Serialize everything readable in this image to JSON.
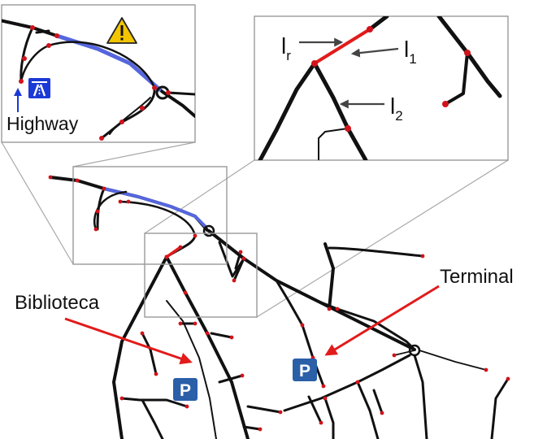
{
  "labels": {
    "highway": "Highway",
    "biblioteca": "Biblioteca",
    "terminal": "Terminal",
    "l_r": "l",
    "l_r_sub": "r",
    "l_1": "l",
    "l_1_sub": "1",
    "l_2": "l",
    "l_2_sub": "2",
    "parking_1": "P",
    "parking_2": "P"
  },
  "icons": {
    "warning": "warning-triangle-icon",
    "highway": "motorway-icon",
    "parking": "parking-icon"
  },
  "colors": {
    "road": "#111111",
    "node": "#d0131b",
    "highway_segment": "#5566dd",
    "selected_segment": "#e21b1b",
    "annotation_arrow": "#e21b1b",
    "parking": "#2b5fa8",
    "warning": "#f2c500",
    "motorway_sign": "#1b39d6"
  }
}
